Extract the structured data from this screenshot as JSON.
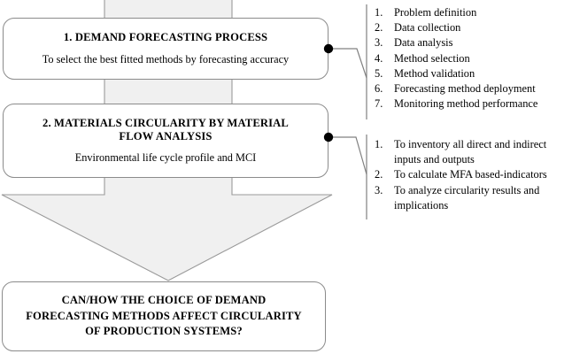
{
  "diagram": {
    "boxes": [
      {
        "id": "demand-forecasting-process",
        "title": "1. DEMAND FORECASTING PROCESS",
        "subtitle": "To select the best fitted methods by forecasting accuracy"
      },
      {
        "id": "materials-circularity",
        "title_line_1": "2. MATERIALS CIRCULARITY BY MATERIAL",
        "title_line_2": "FLOW ANALYSIS",
        "subtitle": "Environmental life cycle profile and MCI"
      },
      {
        "id": "research-question",
        "title_line_1": "CAN/HOW THE CHOICE OF DEMAND",
        "title_line_2": "FORECASTING METHODS AFFECT CIRCULARITY",
        "title_line_3": "OF PRODUCTION SYSTEMS?"
      }
    ],
    "lists": [
      {
        "id": "forecasting-steps",
        "items": [
          {
            "num": "1.",
            "text": "Problem definition"
          },
          {
            "num": "2.",
            "text": "Data collection"
          },
          {
            "num": "3.",
            "text": "Data analysis"
          },
          {
            "num": "4.",
            "text": "Method selection"
          },
          {
            "num": "5.",
            "text": "Method validation"
          },
          {
            "num": "6.",
            "text": "Forecasting method deployment"
          },
          {
            "num": "7.",
            "text": "Monitoring method performance"
          }
        ]
      },
      {
        "id": "mfa-steps",
        "items": [
          {
            "num": "1.",
            "text": "To inventory all direct and indirect inputs and outputs"
          },
          {
            "num": "2.",
            "text": "To calculate MFA based-indicators"
          },
          {
            "num": "3.",
            "text": "To analyze circularity results and implications"
          }
        ]
      }
    ],
    "colors": {
      "arrow_fill": "#f0f0f0",
      "arrow_stroke": "#9a9a9a",
      "box_stroke": "#8b8b8b",
      "box_fill": "#ffffff",
      "text": "#000000",
      "connector": "#808080",
      "dot": "#000000"
    }
  }
}
